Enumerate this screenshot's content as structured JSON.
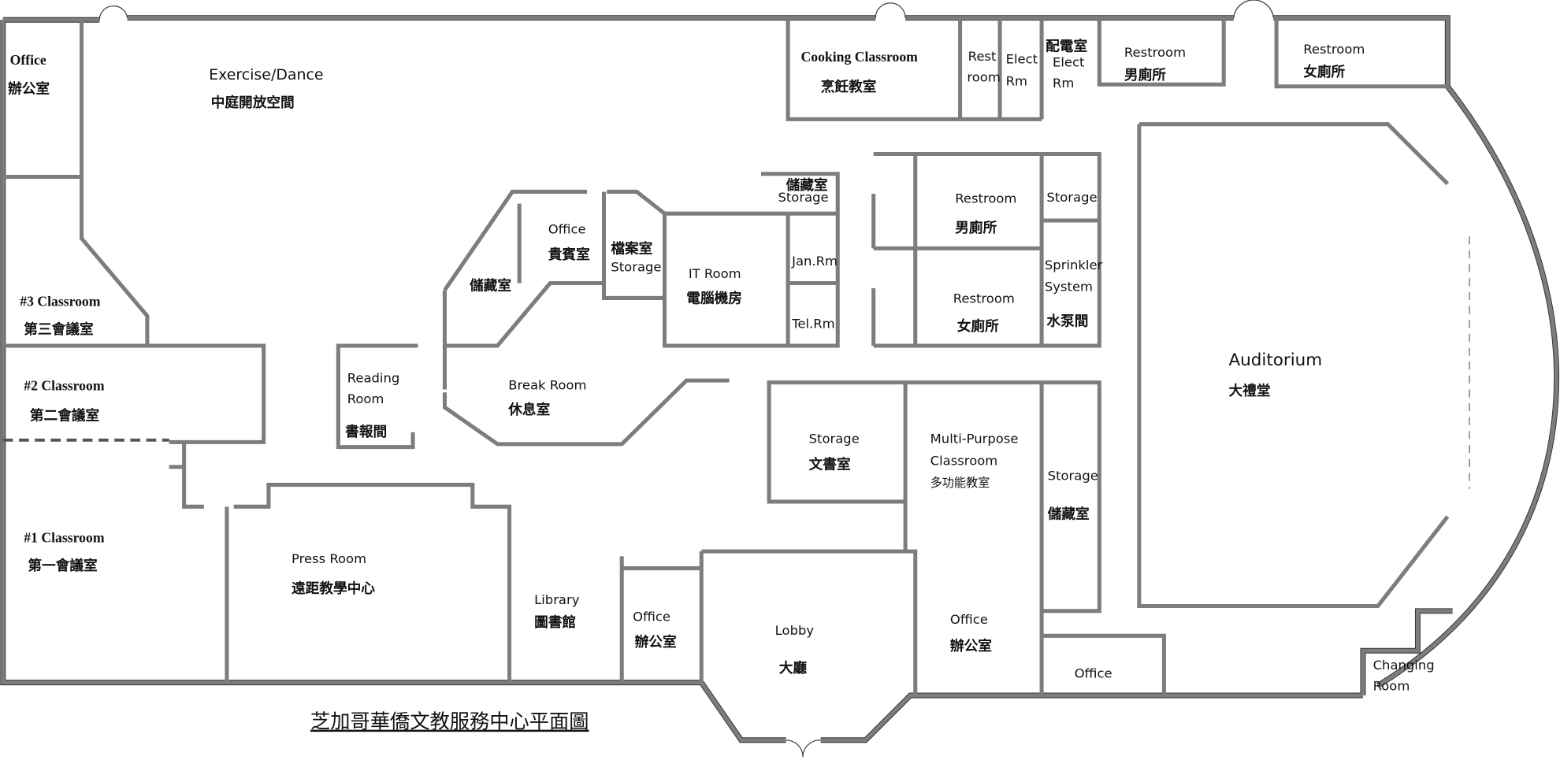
{
  "title": "芝加哥華僑文教服務中心平面圖",
  "rooms": [
    {
      "en": "Office",
      "zh": "辦公室"
    },
    {
      "en": "Exercise/Dance",
      "zh": "中庭開放空間"
    },
    {
      "en": "Cooking Classroom",
      "zh": "烹飪教室"
    },
    {
      "en": "Rest",
      "en2": "room"
    },
    {
      "en": "Elect",
      "en2": "Rm"
    },
    {
      "zh": "配電室",
      "en": "Elect",
      "en2": "Rm"
    },
    {
      "en": "Restroom",
      "zh": "男廁所"
    },
    {
      "en": "Restroom",
      "zh": "女廁所"
    },
    {
      "zh": "儲藏室",
      "en": "Storage"
    },
    {
      "en": "Office",
      "zh": "貴賓室"
    },
    {
      "zh": "檔案室",
      "en": "Storage"
    },
    {
      "zh": "儲藏室"
    },
    {
      "en": "IT Room",
      "zh": "電腦機房"
    },
    {
      "en": "Jan.Rm"
    },
    {
      "en": "Tel.Rm"
    },
    {
      "en": "Restroom",
      "zh": "男廁所"
    },
    {
      "en": "Restroom",
      "zh": "女廁所"
    },
    {
      "en": "Storage"
    },
    {
      "en": "Sprinkler",
      "en2": "System",
      "zh": "水泵間"
    },
    {
      "en": "Auditorium",
      "zh": "大禮堂"
    },
    {
      "en": "#3 Classroom",
      "zh": "第三會議室"
    },
    {
      "en": "#2 Classroom",
      "zh": "第二會議室"
    },
    {
      "en": "Reading",
      "en2": "Room",
      "zh": "書報間"
    },
    {
      "en": "Break Room",
      "zh": "休息室"
    },
    {
      "en": "Storage",
      "zh": "文書室"
    },
    {
      "en": "Multi-Purpose",
      "en2": "Classroom",
      "zh": "多功能教室"
    },
    {
      "en": "Storage",
      "zh": "儲藏室"
    },
    {
      "en": "#1 Classroom",
      "zh": "第一會議室"
    },
    {
      "en": "Press Room",
      "zh": "遠距教學中心"
    },
    {
      "en": "Library",
      "zh": "圖書館"
    },
    {
      "en": "Office",
      "zh": "辦公室"
    },
    {
      "en": "Lobby",
      "zh": "大廳"
    },
    {
      "en": "Office",
      "zh": "辦公室"
    },
    {
      "en": "Office"
    },
    {
      "en": "Changing",
      "en2": "Room"
    }
  ]
}
